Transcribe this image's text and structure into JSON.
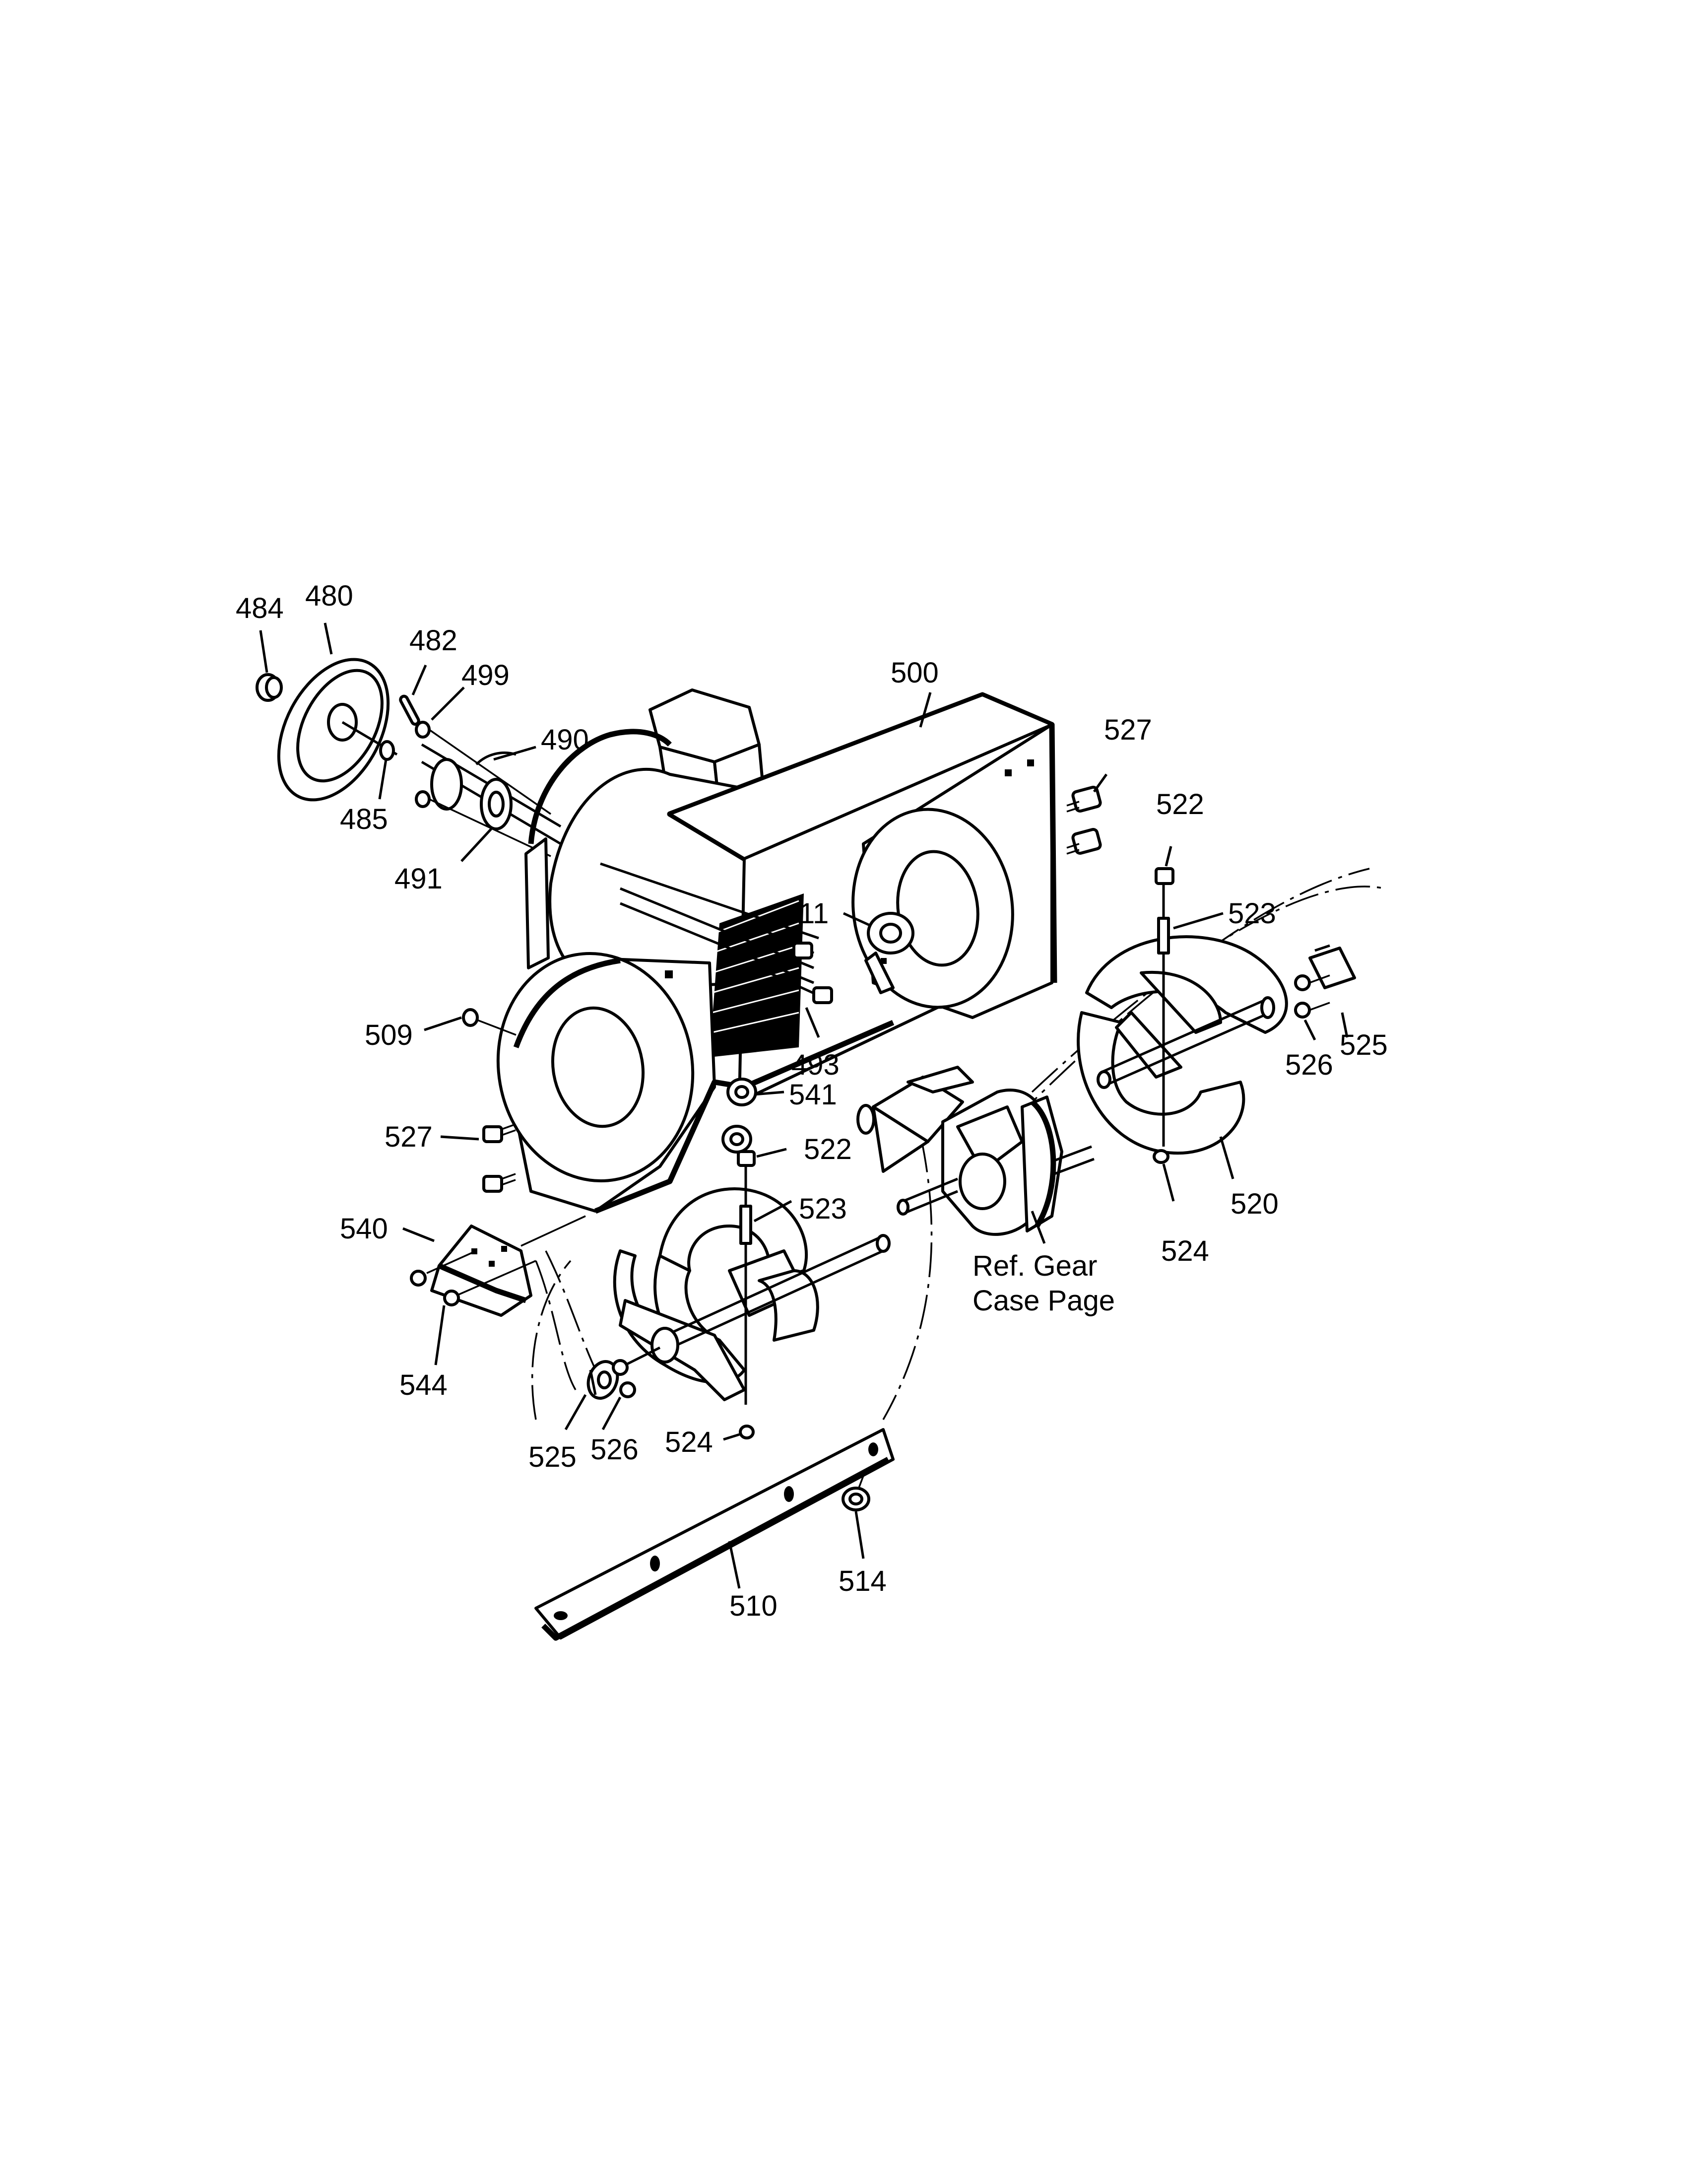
{
  "labels": {
    "p484": "484",
    "p480": "480",
    "p482": "482",
    "p499": "499",
    "p490": "490",
    "p485": "485",
    "p491": "491",
    "p500": "500",
    "p527a": "527",
    "p522a": "522",
    "p523a": "523",
    "p11": "11",
    "p525a": "525",
    "p526a": "526",
    "p509": "509",
    "p493": "493",
    "p541": "541",
    "p527b": "527",
    "p522b": "522",
    "p523b": "523",
    "p520": "520",
    "p524a": "524",
    "p540": "540",
    "p544": "544",
    "ref_line1": "Ref. Gear",
    "ref_line2": "Case Page",
    "p525b": "525",
    "p526b": "526",
    "p524b": "524",
    "p514": "514",
    "p510": "510"
  }
}
